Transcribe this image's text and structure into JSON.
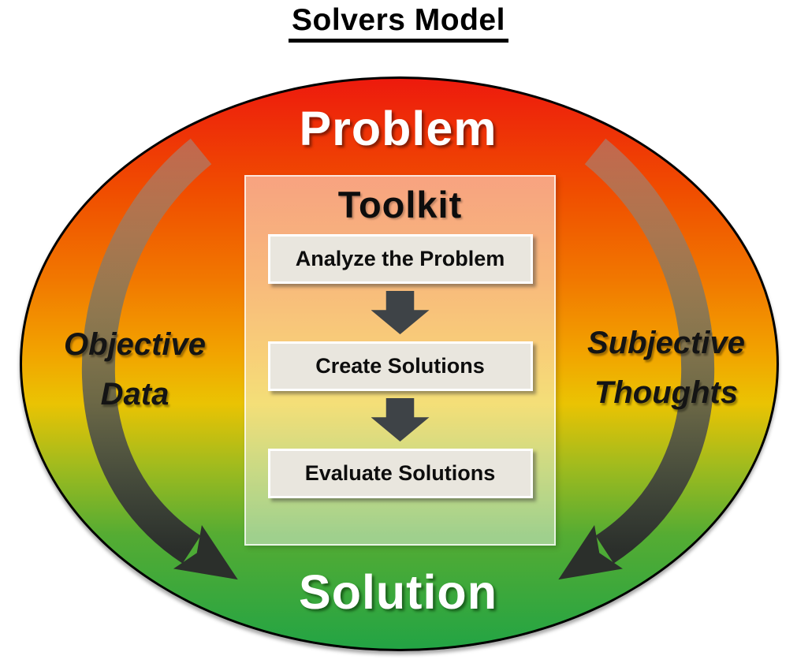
{
  "title": "Solvers Model",
  "diagram": {
    "top_label": "Problem",
    "bottom_label": "Solution",
    "left_label_lines": [
      "Objective",
      "Data"
    ],
    "right_label_lines": [
      "Subjective",
      "Thoughts"
    ],
    "toolkit": {
      "title": "Toolkit",
      "steps": [
        "Analyze the Problem",
        "Create Solutions",
        "Evaluate Solutions"
      ]
    },
    "colors": {
      "gradient_top_red": "#ED1A0D",
      "gradient_orange": "#F2A300",
      "gradient_yellow": "#EAC303",
      "gradient_bottom_green": "#23A444",
      "ellipse_outline": "#000000",
      "block_arrow_dark": "#3E4347",
      "step_box_background": "#E9E6DE",
      "big_label_text": "#FFFFFF",
      "side_label_text": "#141414"
    }
  }
}
